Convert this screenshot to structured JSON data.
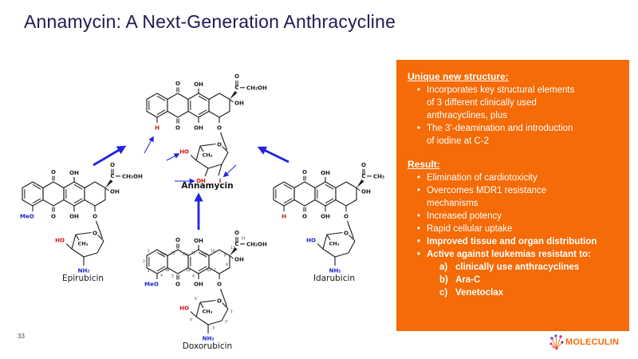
{
  "slide": {
    "title": "Annamycin: A Next-Generation Anthracycline",
    "page_number": "33"
  },
  "info_box": {
    "heading1": "Unique new structure:",
    "bullets1": [
      "Incorporates key structural elements\nof 3 different clinically used\nanthracyclines, plus",
      "The 3’-deamination and introduction\nof iodine at C-2"
    ],
    "heading2": "Result:",
    "bullets2": [
      {
        "text": "Elimination of cardiotoxicity",
        "bold": false
      },
      {
        "text": "Overcomes MDR1 resistance\nmechanisms",
        "bold": false
      },
      {
        "text": "Increased potency",
        "bold": false
      },
      {
        "text": "Rapid cellular uptake",
        "bold": false
      },
      {
        "text": "Improved tissue and organ distribution",
        "bold": true
      },
      {
        "text": "Active against leukemias resistant to:",
        "bold": true
      }
    ],
    "sub_items": [
      {
        "marker": "a)",
        "text": "clinically use anthracyclines"
      },
      {
        "marker": "b)",
        "text": "Ara-C"
      },
      {
        "marker": "c)",
        "text": "Venetoclax"
      }
    ]
  },
  "logo": {
    "text": "MOLECULIN",
    "color": "#f46b07"
  },
  "colors": {
    "accent_orange": "#f46b07",
    "title_navy": "#1f1a52",
    "arrow_blue": "#2222dd",
    "atom_red": "#ce1010",
    "atom_blue": "#2020ce",
    "bond": "#1c1c1c"
  },
  "molecules": [
    {
      "id": "annamycin",
      "label": "Annamycin",
      "label_bold": true,
      "atoms": {
        "top_o": "O",
        "top_oh": "OH",
        "chain_c": "C",
        "chain_o": "O",
        "chain_end": "CH₂OH",
        "chain_oh": "OH",
        "bottom_left": "H",
        "bottom_left_color": "#ce1010",
        "bottom_o": "O",
        "bottom_oh": "OH",
        "glyco_o": "O",
        "sugar_o": "O",
        "sugar_ch3": "CH₃",
        "sugar_left": "HO",
        "sugar_left_color": "#ce1010",
        "sugar_bottom": [
          {
            "t": "OH",
            "color": "#ce1010"
          },
          {
            "t": "I",
            "color": "#ce1010"
          }
        ]
      }
    },
    {
      "id": "epirubicin",
      "label": "Epirubicin",
      "label_bold": false,
      "atoms": {
        "top_o": "O",
        "top_oh": "OH",
        "chain_c": "C",
        "chain_o": "O",
        "chain_end": "CH₂OH",
        "chain_oh": "OH",
        "bottom_left": "MeO",
        "bottom_left_color": "#2020ce",
        "bottom_o": "O",
        "bottom_oh": "OH",
        "glyco_o": "O",
        "sugar_o": "O",
        "sugar_ch3": "CH₃",
        "sugar_left": "HO",
        "sugar_left_color": "#ce1010",
        "sugar_bottom": [
          {
            "t": "NH₂",
            "color": "#2020ce"
          }
        ]
      }
    },
    {
      "id": "doxorubicin",
      "label": "Doxorubicin",
      "label_bold": false,
      "numbers": [
        "1",
        "2",
        "3",
        "4",
        "4a",
        "5",
        "5a",
        "6",
        "6a",
        "7",
        "8",
        "9",
        "10",
        "10a",
        "11",
        "11a",
        "12",
        "12a",
        "13",
        "14",
        "1'",
        "2'",
        "3'",
        "4'",
        "5'"
      ],
      "atoms": {
        "top_o": "O",
        "top_oh": "OH",
        "chain_c": "C",
        "chain_o": "O",
        "chain_end": "CH₂OH",
        "chain_oh": "OH",
        "bottom_left": "MeO",
        "bottom_left_color": "#2020ce",
        "bottom_o": "O",
        "bottom_oh": "OH",
        "glyco_o": "O",
        "sugar_o": "O",
        "sugar_ch3": "CH₃",
        "sugar_left": "HO",
        "sugar_left_color": "#ce1010",
        "sugar_bottom": [
          {
            "t": "NH₂",
            "color": "#2020ce"
          }
        ]
      }
    },
    {
      "id": "idarubicin",
      "label": "Idarubicin",
      "label_bold": false,
      "atoms": {
        "top_o": "O",
        "top_oh": "OH",
        "chain_c": "C",
        "chain_o": "O",
        "chain_end": "CH₃",
        "chain_oh": "OH",
        "bottom_left": "H",
        "bottom_left_color": "#ce1010",
        "bottom_o": "O",
        "bottom_oh": "OH",
        "glyco_o": "O",
        "sugar_o": "O",
        "sugar_ch3": "CH₃",
        "sugar_left": "HO",
        "sugar_left_color": "#2020ce",
        "sugar_bottom": [
          {
            "t": "NH₂",
            "color": "#2020ce"
          }
        ]
      }
    }
  ]
}
